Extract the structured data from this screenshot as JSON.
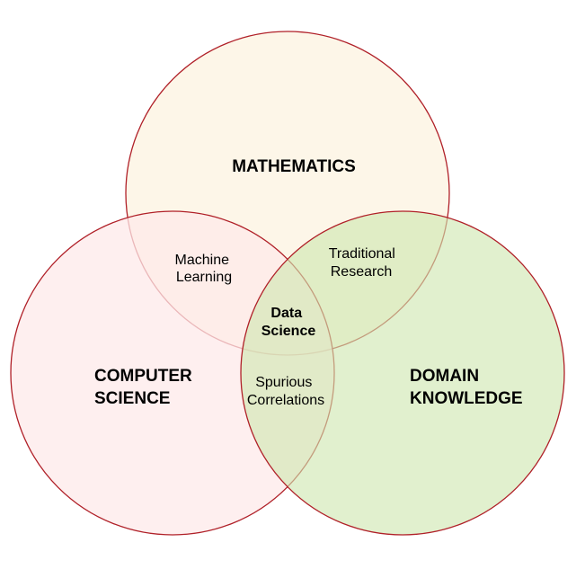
{
  "colors": {
    "outline": "#b02028",
    "math_fill": "#fdf6e8",
    "cs_fill": "#fdeaea",
    "domain_fill": "#cfe6b0"
  },
  "sets": {
    "mathematics": "MATHEMATICS",
    "computer_science": [
      "COMPUTER",
      "SCIENCE"
    ],
    "domain_knowledge": [
      "DOMAIN",
      "KNOWLEDGE"
    ]
  },
  "intersections": {
    "machine_learning": [
      "Machine",
      "Learning"
    ],
    "traditional_research": [
      "Traditional",
      "Research"
    ],
    "spurious_correlations": [
      "Spurious",
      "Correlations"
    ],
    "data_science": [
      "Data",
      "Science"
    ]
  }
}
